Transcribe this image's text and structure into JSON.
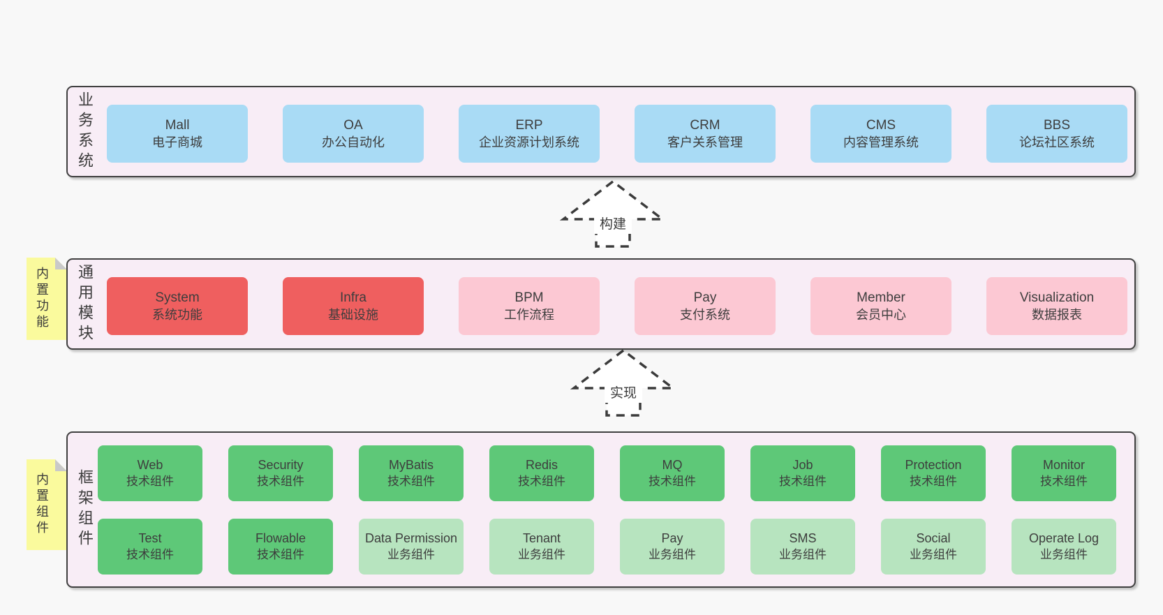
{
  "colors": {
    "page_bg": "#f8f8f8",
    "layer_bg": "#f8edf6",
    "layer_border": "#3f3f3f",
    "box_blue": "#a9dbf5",
    "box_red": "#ef5f5f",
    "box_pink": "#fcc8d3",
    "box_green_dark": "#5ec878",
    "box_green_light": "#b7e4bf",
    "note_yellow": "#fafa9d",
    "note_fold_gray": "#c9c9c9",
    "text": "#3d3d3d"
  },
  "arrows": {
    "build": "构建",
    "implement": "实现"
  },
  "layers": {
    "business": {
      "label": "业务系统",
      "boxes": [
        {
          "name": "Mall",
          "desc": "电子商城"
        },
        {
          "name": "OA",
          "desc": "办公自动化"
        },
        {
          "name": "ERP",
          "desc": "企业资源计划系统"
        },
        {
          "name": "CRM",
          "desc": "客户关系管理"
        },
        {
          "name": "CMS",
          "desc": "内容管理系统"
        },
        {
          "name": "BBS",
          "desc": "论坛社区系统"
        }
      ]
    },
    "modules": {
      "label": "通用模块",
      "note": "内置功能",
      "boxes": [
        {
          "name": "System",
          "desc": "系统功能",
          "variant": "red"
        },
        {
          "name": "Infra",
          "desc": "基础设施",
          "variant": "red"
        },
        {
          "name": "BPM",
          "desc": "工作流程",
          "variant": "pink"
        },
        {
          "name": "Pay",
          "desc": "支付系统",
          "variant": "pink"
        },
        {
          "name": "Member",
          "desc": "会员中心",
          "variant": "pink"
        },
        {
          "name": "Visualization",
          "desc": "数据报表",
          "variant": "pink"
        }
      ]
    },
    "components": {
      "label": "框架组件",
      "note": "内置组件",
      "row1": [
        {
          "name": "Web",
          "desc": "技术组件",
          "variant": "green-dark"
        },
        {
          "name": "Security",
          "desc": "技术组件",
          "variant": "green-dark"
        },
        {
          "name": "MyBatis",
          "desc": "技术组件",
          "variant": "green-dark"
        },
        {
          "name": "Redis",
          "desc": "技术组件",
          "variant": "green-dark"
        },
        {
          "name": "MQ",
          "desc": "技术组件",
          "variant": "green-dark"
        },
        {
          "name": "Job",
          "desc": "技术组件",
          "variant": "green-dark"
        },
        {
          "name": "Protection",
          "desc": "技术组件",
          "variant": "green-dark"
        },
        {
          "name": "Monitor",
          "desc": "技术组件",
          "variant": "green-dark"
        }
      ],
      "row2": [
        {
          "name": "Test",
          "desc": "技术组件",
          "variant": "green-dark"
        },
        {
          "name": "Flowable",
          "desc": "技术组件",
          "variant": "green-dark"
        },
        {
          "name": "Data Permission",
          "desc": "业务组件",
          "variant": "green-light"
        },
        {
          "name": "Tenant",
          "desc": "业务组件",
          "variant": "green-light"
        },
        {
          "name": "Pay",
          "desc": "业务组件",
          "variant": "green-light"
        },
        {
          "name": "SMS",
          "desc": "业务组件",
          "variant": "green-light"
        },
        {
          "name": "Social",
          "desc": "业务组件",
          "variant": "green-light"
        },
        {
          "name": "Operate Log",
          "desc": "业务组件",
          "variant": "green-light"
        }
      ]
    }
  }
}
